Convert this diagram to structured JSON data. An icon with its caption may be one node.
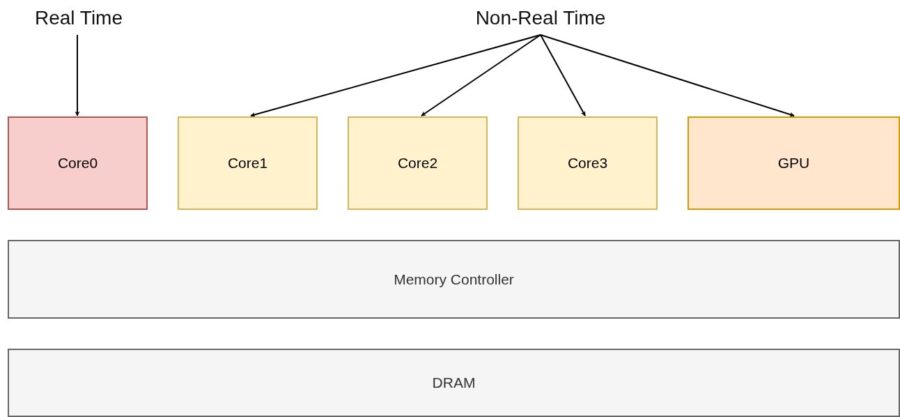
{
  "diagram": {
    "nodes": [
      {
        "text": [
          "Real Time"
        ]
      },
      {
        "text": [
          "Non-Real Time"
        ]
      },
      {
        "text": [
          "Core0"
        ]
      },
      {
        "text": [
          "Core1"
        ]
      },
      {
        "text": [
          "Core2"
        ]
      },
      {
        "text": [
          "Core3"
        ]
      },
      {
        "text": [
          "GPU"
        ]
      },
      {
        "text": [
          "Memory Controller"
        ]
      },
      {
        "text": [
          "DRAM"
        ]
      }
    ],
    "edges": [
      {
        "from": 0,
        "to": 2,
        "arrow": "to"
      },
      {
        "from": 1,
        "to": 3,
        "arrow": "to"
      },
      {
        "from": 1,
        "to": 4,
        "arrow": "to"
      },
      {
        "from": 1,
        "to": 5,
        "arrow": "to"
      },
      {
        "from": 1,
        "to": 6,
        "arrow": "to"
      }
    ]
  }
}
